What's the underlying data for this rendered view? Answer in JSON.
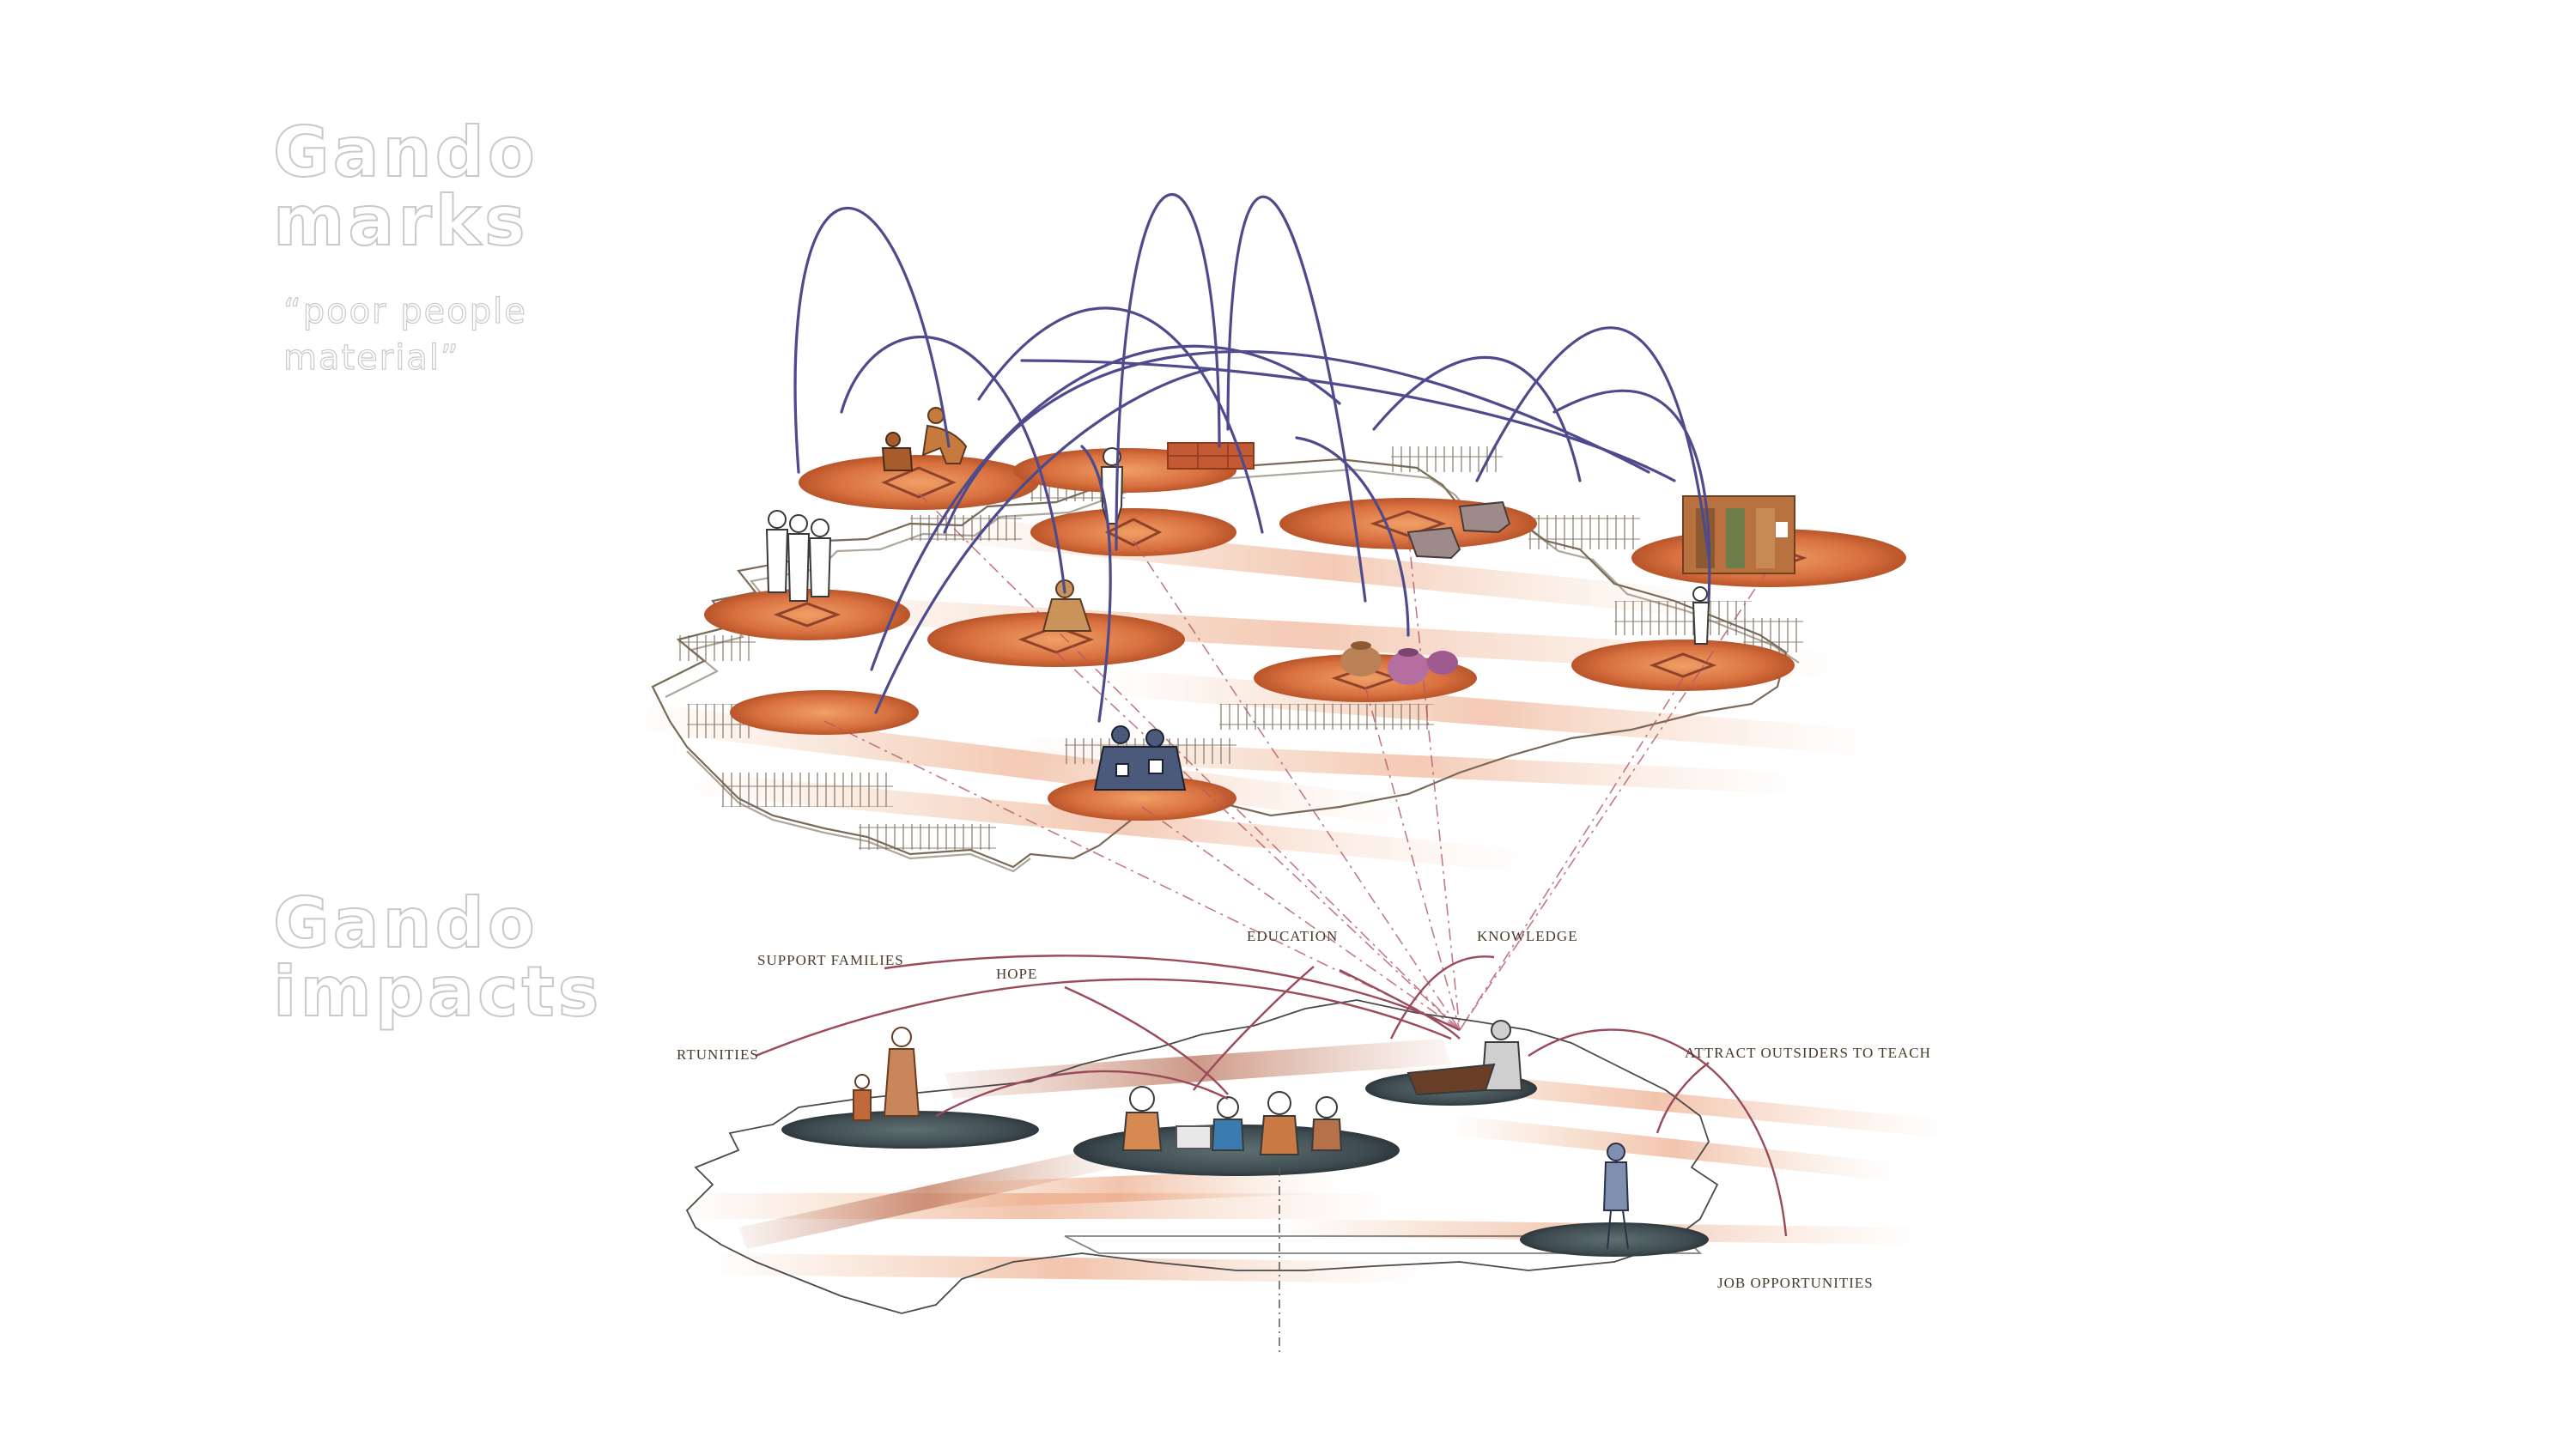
{
  "sections": {
    "marks": {
      "title_line1": "Gando",
      "title_line2": "marks",
      "quote_line1": "“poor people",
      "quote_line2": "material”"
    },
    "impacts": {
      "title_line1": "Gando",
      "title_line2": "impacts"
    }
  },
  "impact_labels": {
    "support_families": "SUPPORT FAMILIES",
    "hope": "HOPE",
    "education": "EDUCATION",
    "knowledge": "KNOWLEDGE",
    "opportunities": "RTUNITIES",
    "attract_outsiders": "ATTRACT OUTSIDERS TO TEACH",
    "job_opportunities": "JOB OPPORTUNITIES"
  },
  "colors": {
    "terracotta": "#d9774a",
    "clay": "#c8642f",
    "ochre": "#e3a064",
    "indigo_arc": "#4e4a8c",
    "mauve_arc": "#9b4a5a",
    "dark_slate": "#3d4a55",
    "fence": "#7a6a58"
  }
}
